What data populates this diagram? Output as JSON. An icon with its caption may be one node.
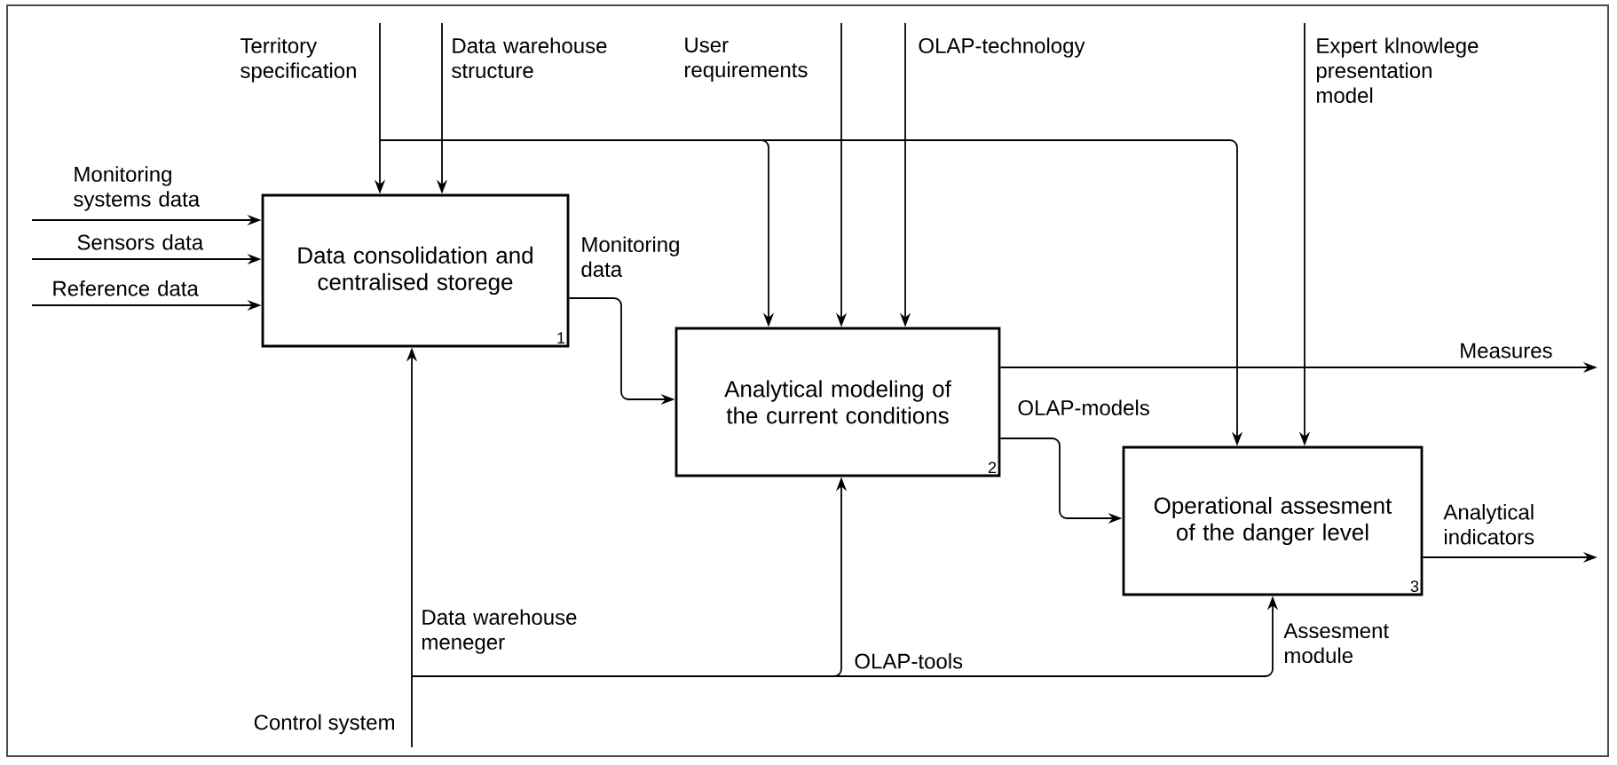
{
  "diagram": {
    "nodes": [
      {
        "text": [
          "Data consolidation and centralised storege",
          "1"
        ]
      },
      {
        "text": [
          "Analytical modeling of the current conditions",
          "2"
        ]
      },
      {
        "text": [
          "Operational assesment of the danger level",
          "3"
        ]
      }
    ],
    "edges": [
      {
        "from": null,
        "to": 0,
        "arrow": "to",
        "label": "Monitoring systems data"
      },
      {
        "from": null,
        "to": 0,
        "arrow": "to",
        "label": "Sensors data"
      },
      {
        "from": null,
        "to": 0,
        "arrow": "to",
        "label": "Reference data"
      },
      {
        "from": null,
        "to": 0,
        "arrow": "to",
        "label": "Territory specification"
      },
      {
        "from": null,
        "to": 1,
        "arrow": "to"
      },
      {
        "from": null,
        "to": 2,
        "arrow": "to"
      },
      {
        "from": null,
        "to": 0,
        "arrow": "to",
        "label": "Data warehouse structure"
      },
      {
        "from": 0,
        "to": 1,
        "arrow": "to",
        "label": "Monitoring data"
      },
      {
        "from": null,
        "to": 1,
        "arrow": "to",
        "label": "User requirements"
      },
      {
        "from": null,
        "to": 1,
        "arrow": "to",
        "label": "OLAP-technology"
      },
      {
        "from": 1,
        "to": null,
        "arrow": "to",
        "label": "Measures"
      },
      {
        "from": 1,
        "to": 2,
        "arrow": "to",
        "label": "OLAP-models"
      },
      {
        "from": null,
        "to": 2,
        "arrow": "to",
        "label": "Expert klnowlege presentation model"
      },
      {
        "from": 2,
        "to": null,
        "arrow": "to",
        "label": "Analytical indicators"
      },
      {
        "from": null,
        "to": 0,
        "arrow": "to",
        "label": "Data warehouse meneger"
      },
      {
        "from": null,
        "to": 1,
        "arrow": "to",
        "label": "OLAP-tools"
      },
      {
        "from": null,
        "to": 2,
        "arrow": "to",
        "label": "Assesment module"
      }
    ],
    "labels": [
      "Control system"
    ]
  }
}
